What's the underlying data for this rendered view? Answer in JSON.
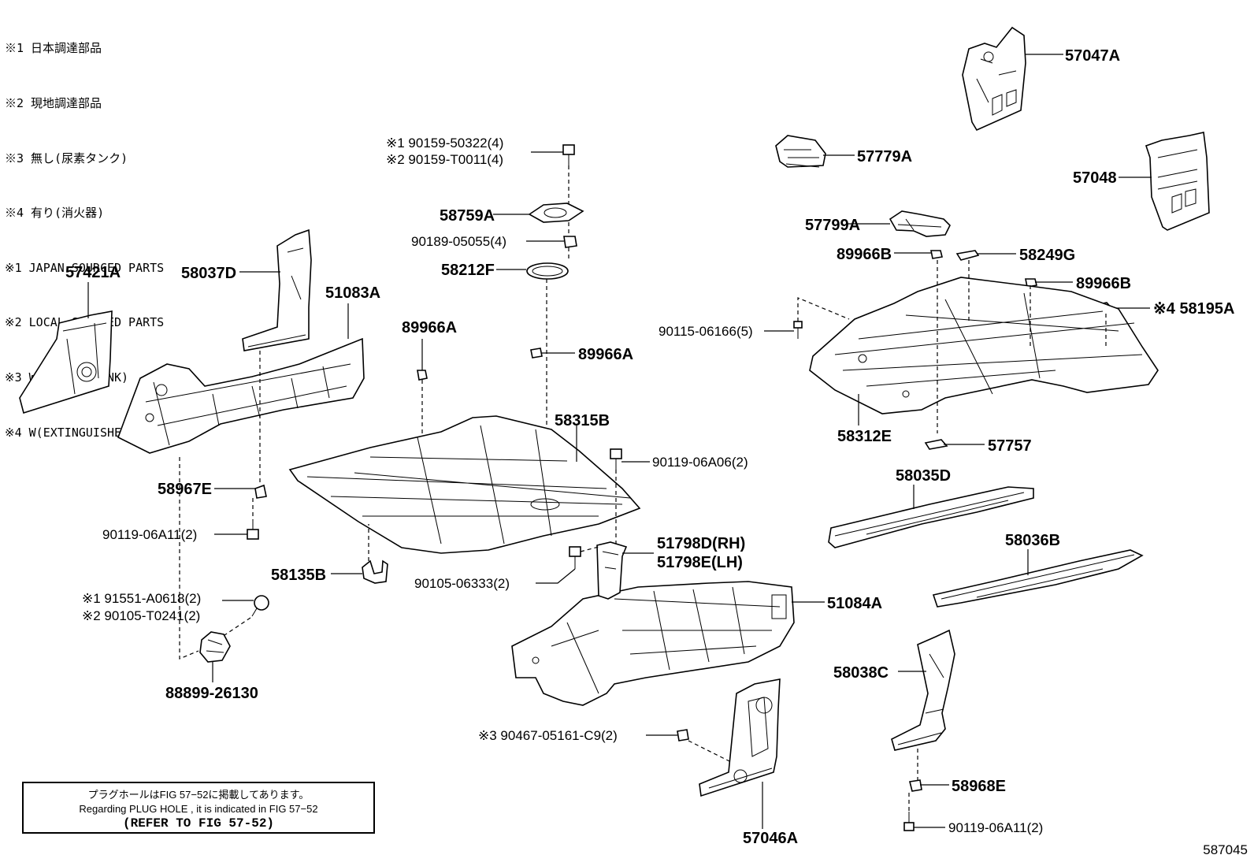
{
  "legend": [
    "※1 日本調達部品",
    "※2 現地調達部品",
    "※3 無し(尿素タンク)",
    "※4 有り(消火器)",
    "※1 JAPAN SOURCED PARTS",
    "※2 LOCAL SOURCED PARTS",
    "※3 W/O(UREA TANK)",
    "※4 W(EXTINGUISHER)"
  ],
  "parts": {
    "p57047A": "57047A",
    "p57779A": "57779A",
    "p57048": "57048",
    "p57799A": "57799A",
    "p89966B_1": "89966B",
    "p58249G": "58249G",
    "p89966B_2": "89966B",
    "p58195A": "※4 58195A",
    "p90115": "90115-06166(5)",
    "p58312E": "58312E",
    "p57757": "57757",
    "p58035D": "58035D",
    "p58036B": "58036B",
    "p51084A": "51084A",
    "p58038C": "58038C",
    "p58968E": "58968E",
    "p90119_r": "90119-06A11(2)",
    "p57046A": "57046A",
    "p90467": "※3 90467-05161-C9(2)",
    "p90159_1": "※1 90159-50322(4)",
    "p90159_2": "※2 90159-T0011(4)",
    "p58759A": "58759A",
    "p90189": "90189-05055(4)",
    "p58212F": "58212F",
    "p89966A_1": "89966A",
    "p89966A_2": "89966A",
    "p58315B": "58315B",
    "p90119_06A06": "90119-06A06(2)",
    "p51798D": "51798D(RH)",
    "p51798E": "51798E(LH)",
    "p90105_06333": "90105-06333(2)",
    "p58135B": "58135B",
    "p57421A": "57421A",
    "p58037D": "58037D",
    "p51083A": "51083A",
    "p58967E": "58967E",
    "p90119_l": "90119-06A11(2)",
    "p91551": "※1 91551-A0618(2)",
    "p90105_T0241": "※2 90105-T0241(2)",
    "p88899": "88899-26130"
  },
  "note": {
    "line1": "プラグホールはFIG 57−52に掲載してあります。",
    "line2": "Regarding  PLUG  HOLE , it is indicated in FIG  57−52",
    "line3": "(REFER TO FIG 57-52)"
  },
  "figure_number": "587045"
}
